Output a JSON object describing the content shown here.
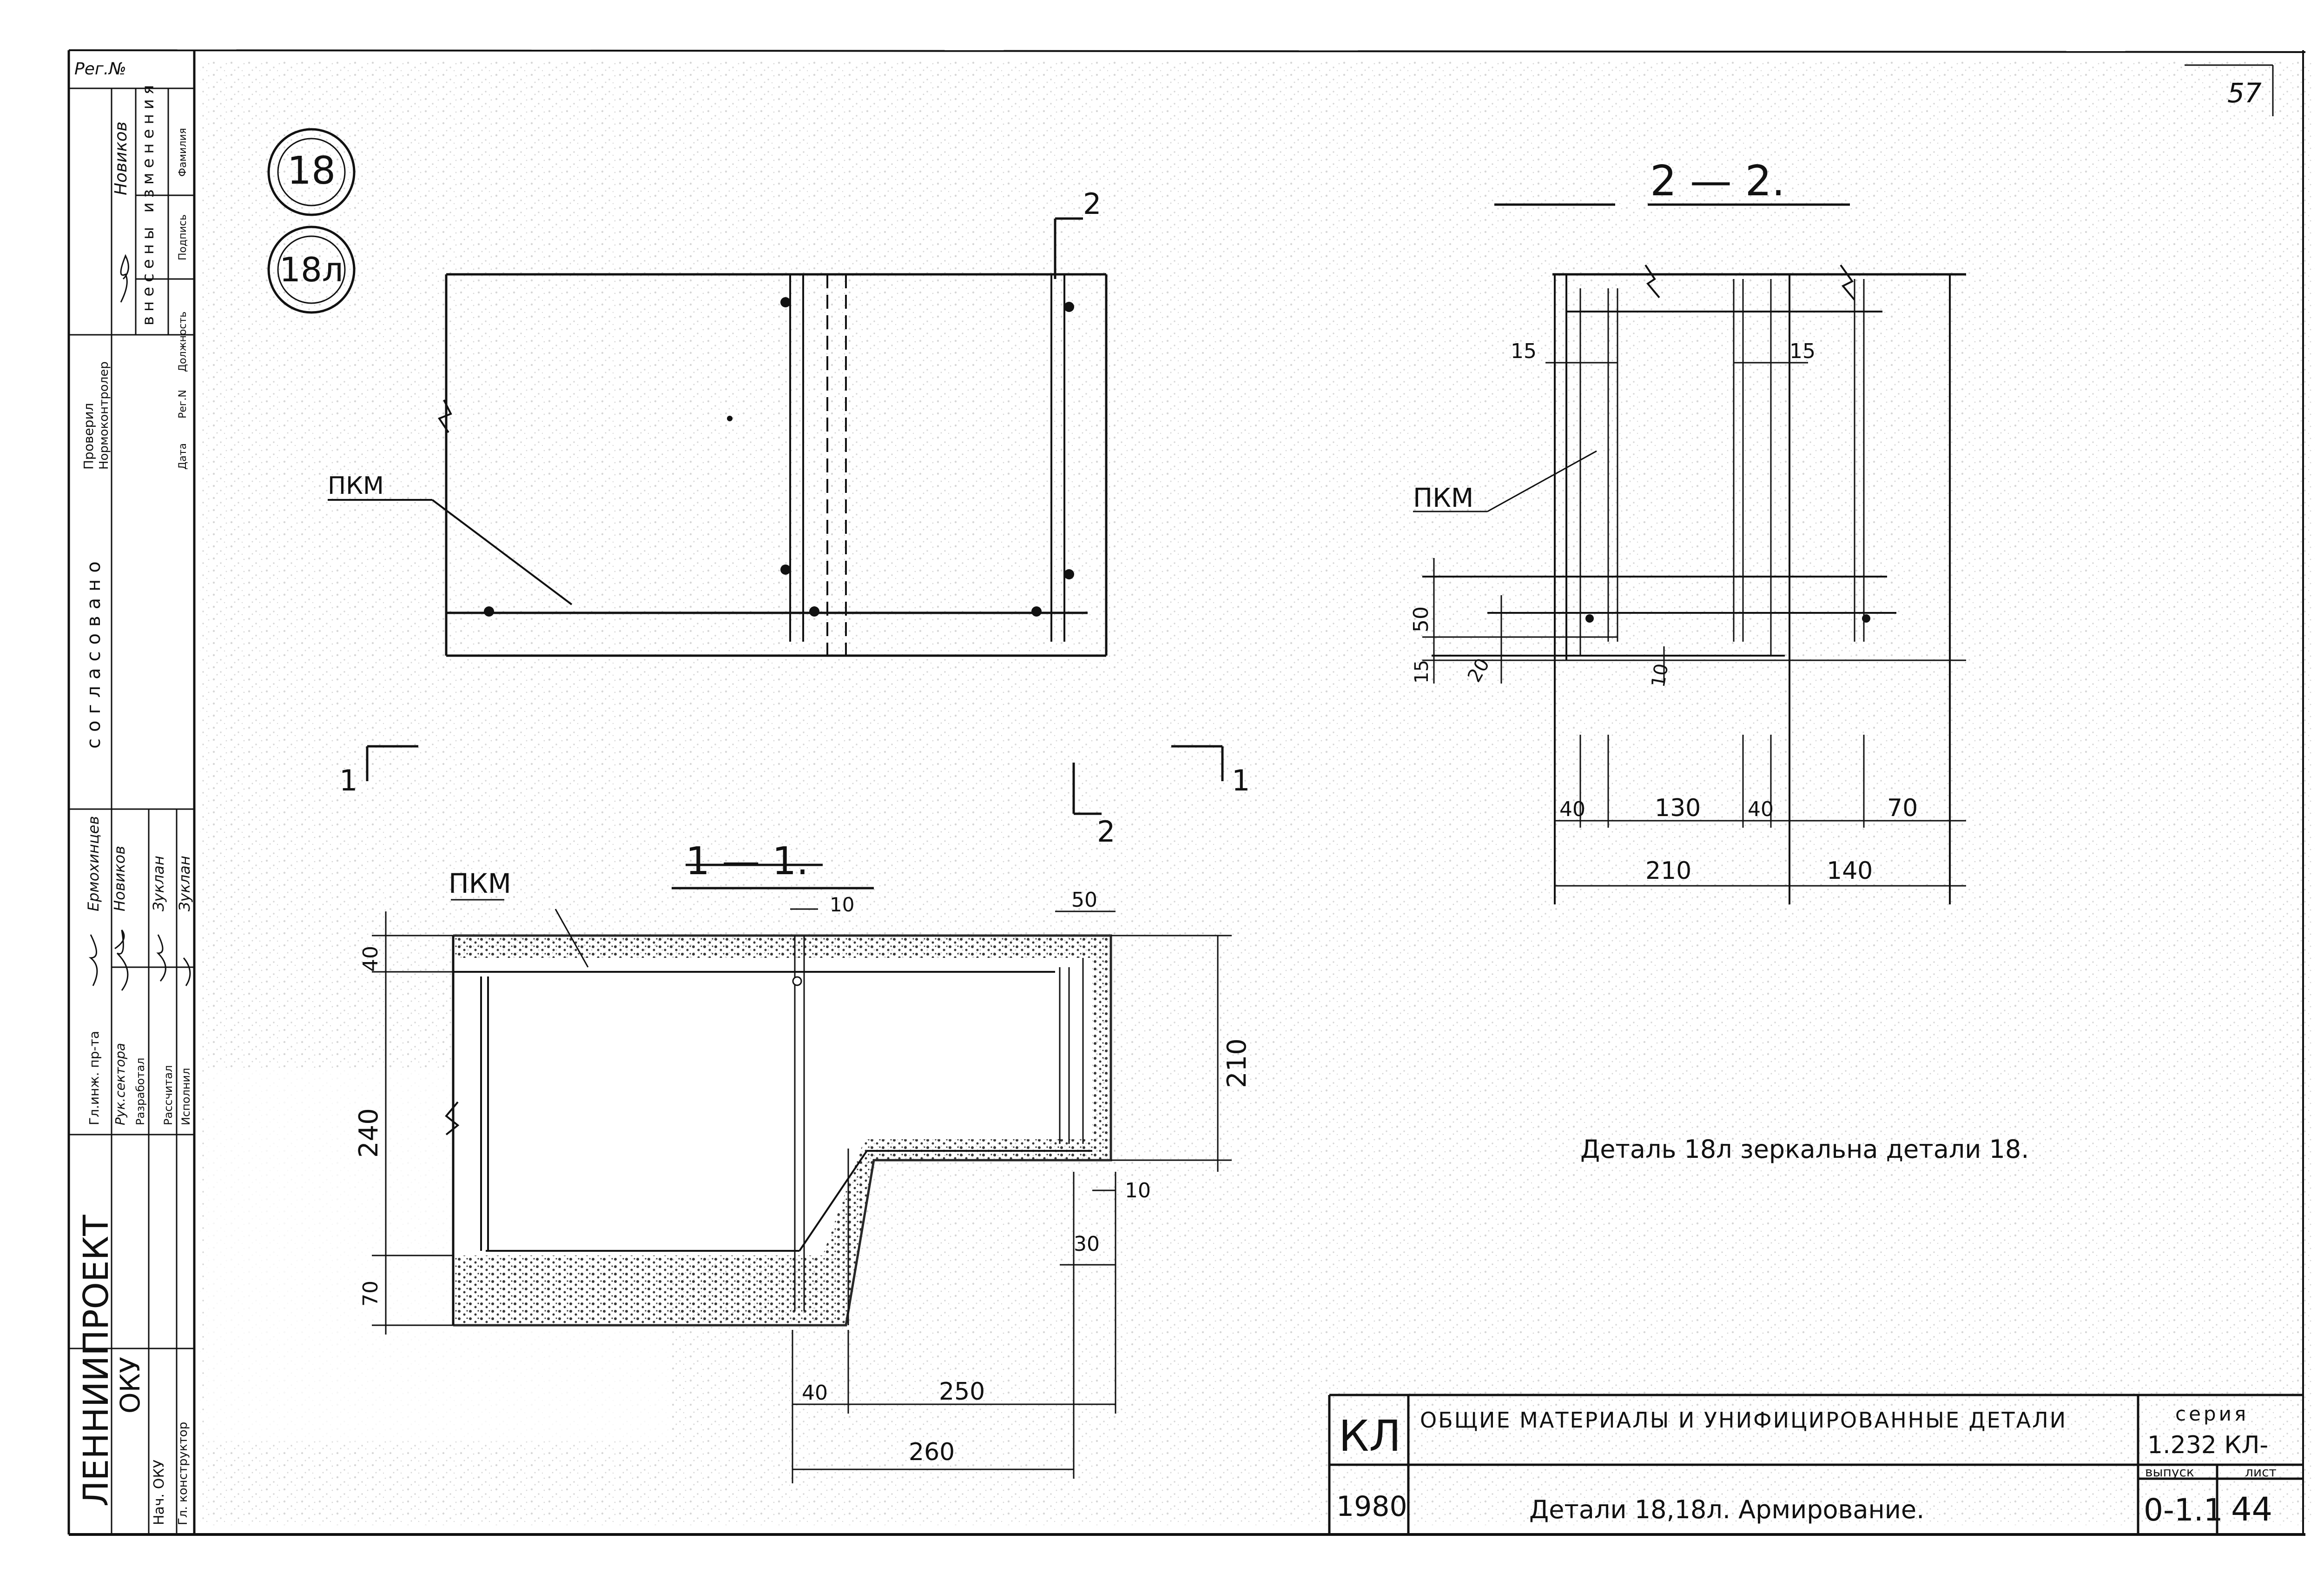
{
  "left_panel": {
    "reg_no": "Рег.№",
    "approved": "согласовано",
    "checked": "Проверил",
    "norm_control": "Нормоконтролер",
    "changes_header": "внесены изменения",
    "changes_cols": [
      "Дата",
      "Рег.N",
      "Должность",
      "Подпись",
      "Фамилия"
    ],
    "names": [
      "Новиков",
      "Ермохинцев",
      "Новиков",
      "Зуклан",
      "Зуклан"
    ],
    "roles": [
      "Гл.инж. пр-та",
      "Рук.сектора",
      "Разработал",
      "Рассчитал",
      "Исполнил"
    ],
    "org": "ЛЕННИИПРОЕКТ",
    "dept": "ОКУ",
    "bottom_roles": [
      "Нач. ОКУ",
      "Гл. конструктор"
    ]
  },
  "page_number": "57",
  "circles": [
    "18",
    "18л"
  ],
  "section_marks": {
    "s1": "1",
    "s2": "2",
    "title_1": "1 — 1.",
    "title_2": "2 — 2."
  },
  "labels": {
    "pkm": "ПКМ",
    "note": "Деталь 18л зеркальна детали 18."
  },
  "dims_1_1": {
    "d10_top": "10",
    "d50": "50",
    "d40": "40",
    "d210": "210",
    "d240": "240",
    "d70": "70",
    "d10_mid": "10",
    "d30": "30",
    "d40_bot": "40",
    "d250": "250",
    "d260": "260"
  },
  "dims_2_2": {
    "d15_left": "15",
    "d15_right": "15",
    "d50": "50",
    "d15_v": "15",
    "d20": "20",
    "d10": "10",
    "d40_a": "40",
    "d130": "130",
    "d40_b": "40",
    "d70": "70",
    "d210": "210",
    "d140": "140"
  },
  "title_block": {
    "code": "КЛ",
    "year": "1980",
    "title_line1": "ОБЩИЕ МАТЕРИАЛЫ И УНИФИЦИРОВАННЫЕ ДЕТАЛИ",
    "title_line2": "Детали 18,18л. Армирование.",
    "series_label": "серия",
    "series_value": "1.232 КЛ-",
    "issue_label": "выпуск",
    "issue_value": "0-1.1",
    "sheet_label": "лист",
    "sheet_value": "44"
  },
  "colors": {
    "ink": "#111111",
    "paper": "#ffffff",
    "speckle": "#8a8a8a"
  }
}
